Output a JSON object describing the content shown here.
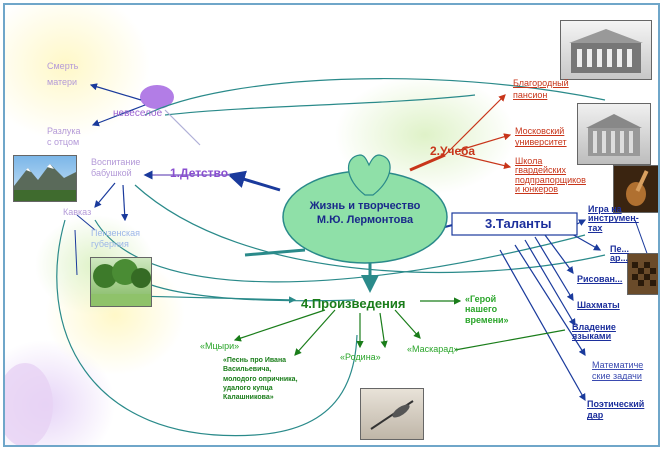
{
  "center": {
    "line1": "Жизнь и творчество",
    "line2": "М.Ю. Лермонтова"
  },
  "branches": {
    "childhood": "1.Детство",
    "study": "2.Учеба",
    "talents": "3.Таланты",
    "works": "4.Произведения"
  },
  "childhood": {
    "mother_death_1": "Смерть",
    "mother_death_2": "матери",
    "sad": "невеселое",
    "separation_1": "Разлука",
    "separation_2": "с отцом",
    "upbringing_1": "Воспитание",
    "upbringing_2": "бабушкой",
    "caucasus": "Кавказ",
    "penza_1": "Пензенская",
    "penza_2": "губерния"
  },
  "study": {
    "pension_1": "Благородный",
    "pension_2": "пансион",
    "university_1": "Московский",
    "university_2": "университет",
    "school_1": "Школа",
    "school_2": "гвардейских",
    "school_3": "подпрапорщиков",
    "school_4": "и юнкеров"
  },
  "talents": {
    "instruments_1": "Игра на",
    "instruments_2": "инструмен-",
    "instruments_3": "тах",
    "singing_1": "Пе...",
    "singing_2": "ар...",
    "drawing": "Рисован...",
    "chess": "Шахматы",
    "languages_1": "Владение",
    "languages_2": "языками",
    "math_1": "Математиче",
    "math_2": "ские задачи",
    "poetic_1": "Поэтический",
    "poetic_2": "дар"
  },
  "works": {
    "hero_1": "«Герой",
    "hero_2": "нашего",
    "hero_3": "времени»",
    "mtsyri": "«Мцыри»",
    "song_1": "«Песнь про Ивана",
    "song_2": "Васильевича,",
    "song_3": "молодого опричника,",
    "song_4": "удалого купца",
    "song_5": "Калашникова»",
    "rodina": "«Родина»",
    "maskarad": "«Маскарад»"
  },
  "colors": {
    "frame": "#6fa6c9",
    "center_fill": "#8fe0a8",
    "childhood": "#9a5fd0",
    "study": "#c8351a",
    "talents": "#1c2f9c",
    "works": "#1a7d1a"
  }
}
